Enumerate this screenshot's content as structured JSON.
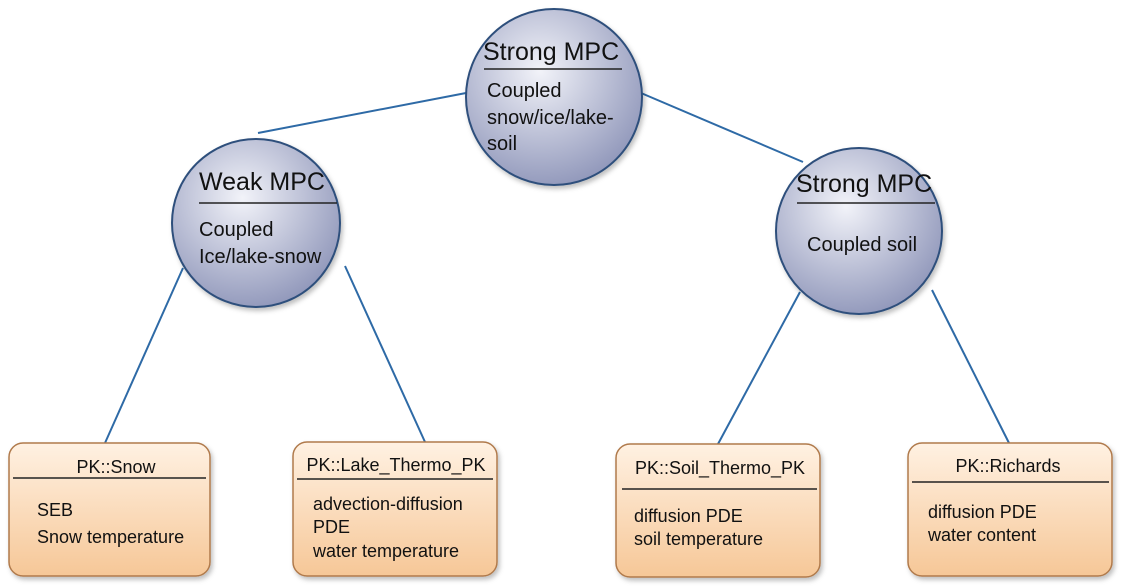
{
  "mpc_nodes": [
    {
      "title": "Strong MPC",
      "lines": [
        "Coupled",
        "snow/ice/lake-",
        "soil"
      ]
    },
    {
      "title": "Weak MPC",
      "lines": [
        "Coupled",
        "Ice/lake-snow"
      ]
    },
    {
      "title": "Strong MPC",
      "lines": [
        "Coupled soil"
      ]
    }
  ],
  "pk_nodes": [
    {
      "title": "PK::Snow",
      "lines": [
        "SEB",
        "Snow temperature"
      ]
    },
    {
      "title": "PK::Lake_Thermo_PK",
      "lines": [
        "advection-diffusion",
        "PDE",
        "water temperature"
      ]
    },
    {
      "title": "PK::Soil_Thermo_PK",
      "lines": [
        "diffusion PDE",
        "soil temperature"
      ]
    },
    {
      "title": "PK::Richards",
      "lines": [
        "diffusion PDE",
        "water content"
      ]
    }
  ],
  "colors": {
    "edge": "#2e6aa6",
    "circle_stroke": "#2e4f7c",
    "circle_light": "#f2f3f9",
    "circle_dark": "#8d94b8",
    "box_stroke": "#b07a4c",
    "box_light": "#fff1e2",
    "box_dark": "#f6c797"
  }
}
